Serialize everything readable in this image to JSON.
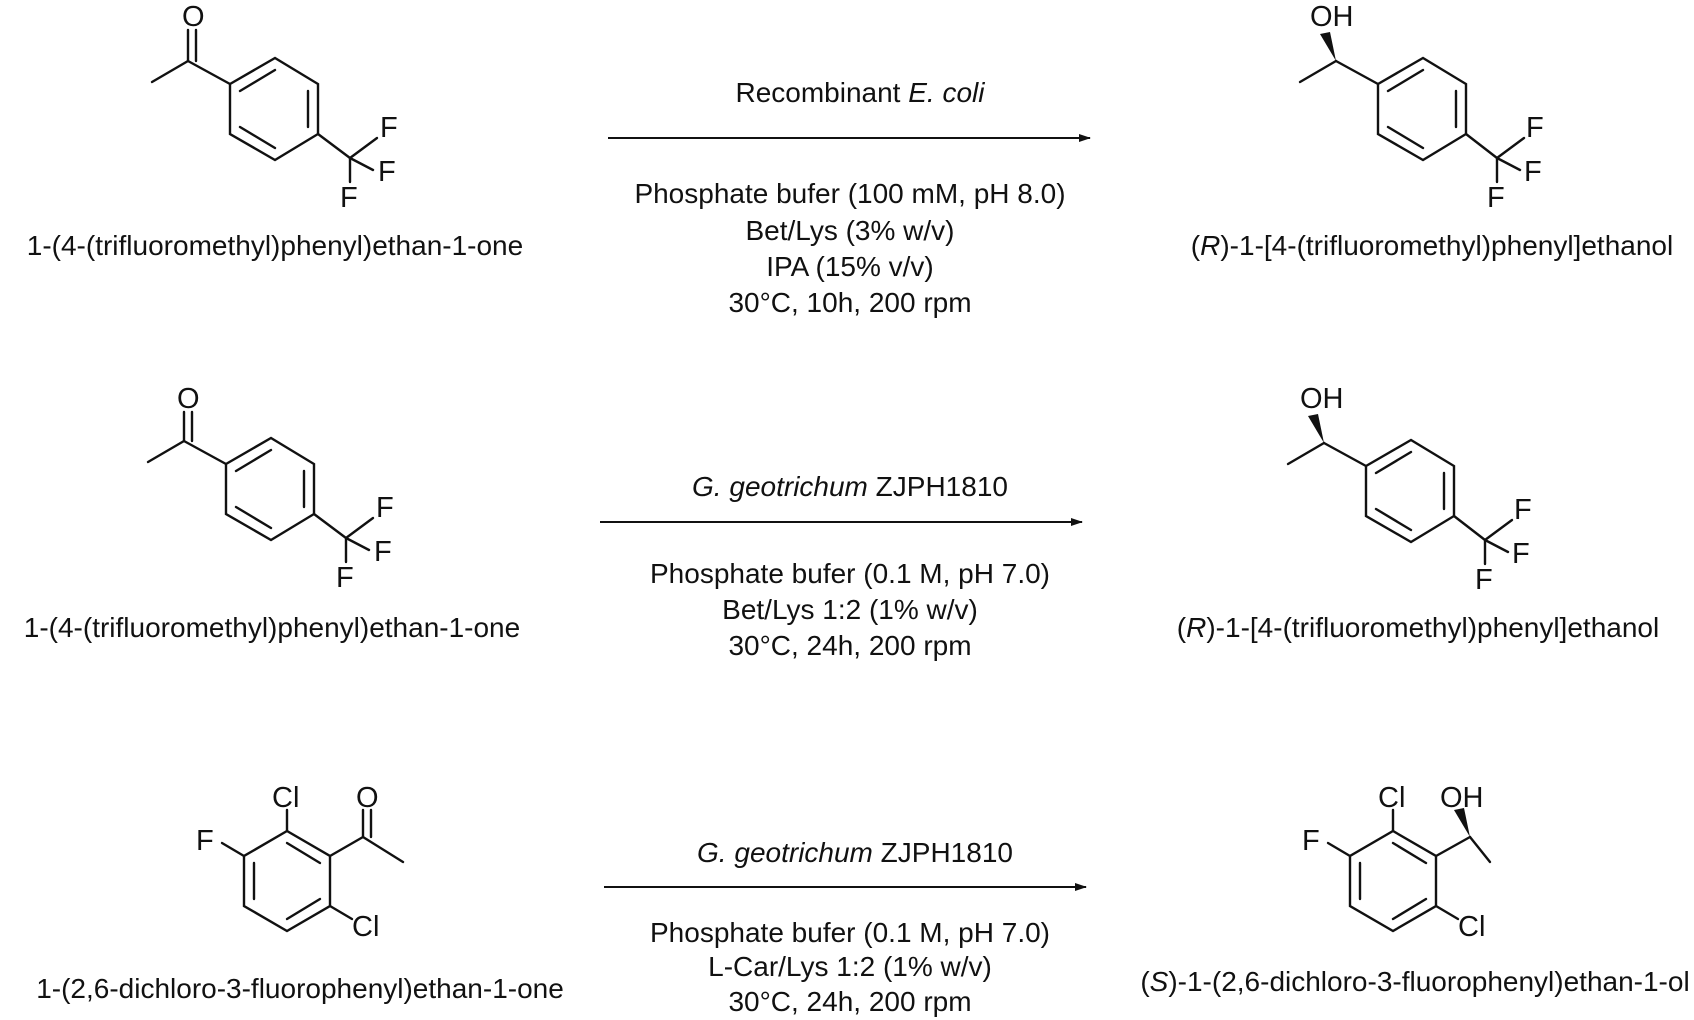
{
  "reactions": [
    {
      "substrate": {
        "name": "1-(4-(trifluoromethyl)phenyl)ethan-1-one",
        "atoms": {
          "o": "O",
          "f1": "F",
          "f2": "F",
          "f3": "F"
        }
      },
      "catalyst": {
        "prefix": "Recombinant ",
        "italic": "E. coli",
        "suffix": ""
      },
      "conditions": [
        "Phosphate bufer (100 mM, pH 8.0)",
        "Bet/Lys (3% w/v)",
        "IPA (15% v/v)",
        "30°C, 10h, 200 rpm"
      ],
      "product": {
        "name_open": "(",
        "name_italic": "R",
        "name_rest": ")-1-[4-(trifluoromethyl)phenyl]ethanol",
        "atoms": {
          "oh": "OH",
          "f1": "F",
          "f2": "F",
          "f3": "F"
        }
      }
    },
    {
      "substrate": {
        "name": "1-(4-(trifluoromethyl)phenyl)ethan-1-one",
        "atoms": {
          "o": "O",
          "f1": "F",
          "f2": "F",
          "f3": "F"
        }
      },
      "catalyst": {
        "prefix": "",
        "italic": "G. geotrichum",
        "suffix": " ZJPH1810"
      },
      "conditions": [
        "Phosphate bufer (0.1  M, pH 7.0)",
        "Bet/Lys 1:2 (1% w/v)",
        "30°C, 24h, 200 rpm"
      ],
      "product": {
        "name_open": "(",
        "name_italic": "R",
        "name_rest": ")-1-[4-(trifluoromethyl)phenyl]ethanol",
        "atoms": {
          "oh": "OH",
          "f1": "F",
          "f2": "F",
          "f3": "F"
        }
      }
    },
    {
      "substrate": {
        "name": "1-(2,6-dichloro-3-fluorophenyl)ethan-1-one",
        "atoms": {
          "o": "O",
          "cl1": "Cl",
          "cl2": "Cl",
          "f": "F"
        }
      },
      "catalyst": {
        "prefix": "",
        "italic": "G. geotrichum",
        "suffix": " ZJPH1810"
      },
      "conditions": [
        "Phosphate bufer (0.1  M, pH 7.0)",
        "L-Car/Lys 1:2 (1% w/v)",
        "30°C, 24h, 200 rpm"
      ],
      "product": {
        "name_open": "(",
        "name_italic": "S",
        "name_rest": ")-1-(2,6-dichloro-3-fluorophenyl)ethan-1-ol",
        "atoms": {
          "oh": "OH",
          "cl1": "Cl",
          "cl2": "Cl",
          "f": "F"
        }
      }
    }
  ]
}
